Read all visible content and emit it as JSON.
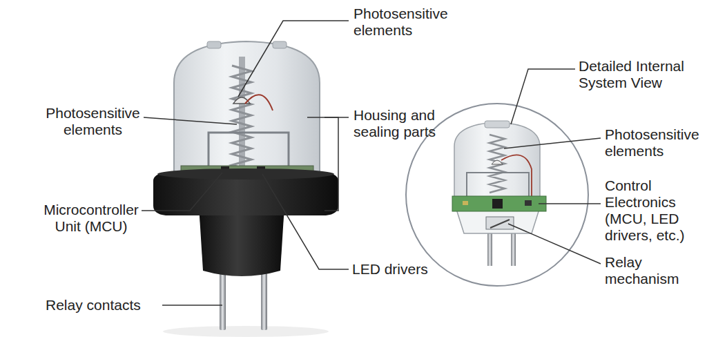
{
  "diagram": {
    "labels": [
      "Photosensitive elements",
      "Photosensitive elements",
      "Housing and sealing parts",
      "Microcontroller Unit (MCU)",
      "LED drivers",
      "Relay contacts",
      "Detailed Internal System View",
      "Photosensitive elements",
      "Control Electronics (MCU, LED drivers, etc.)",
      "Relay mechanism"
    ]
  }
}
